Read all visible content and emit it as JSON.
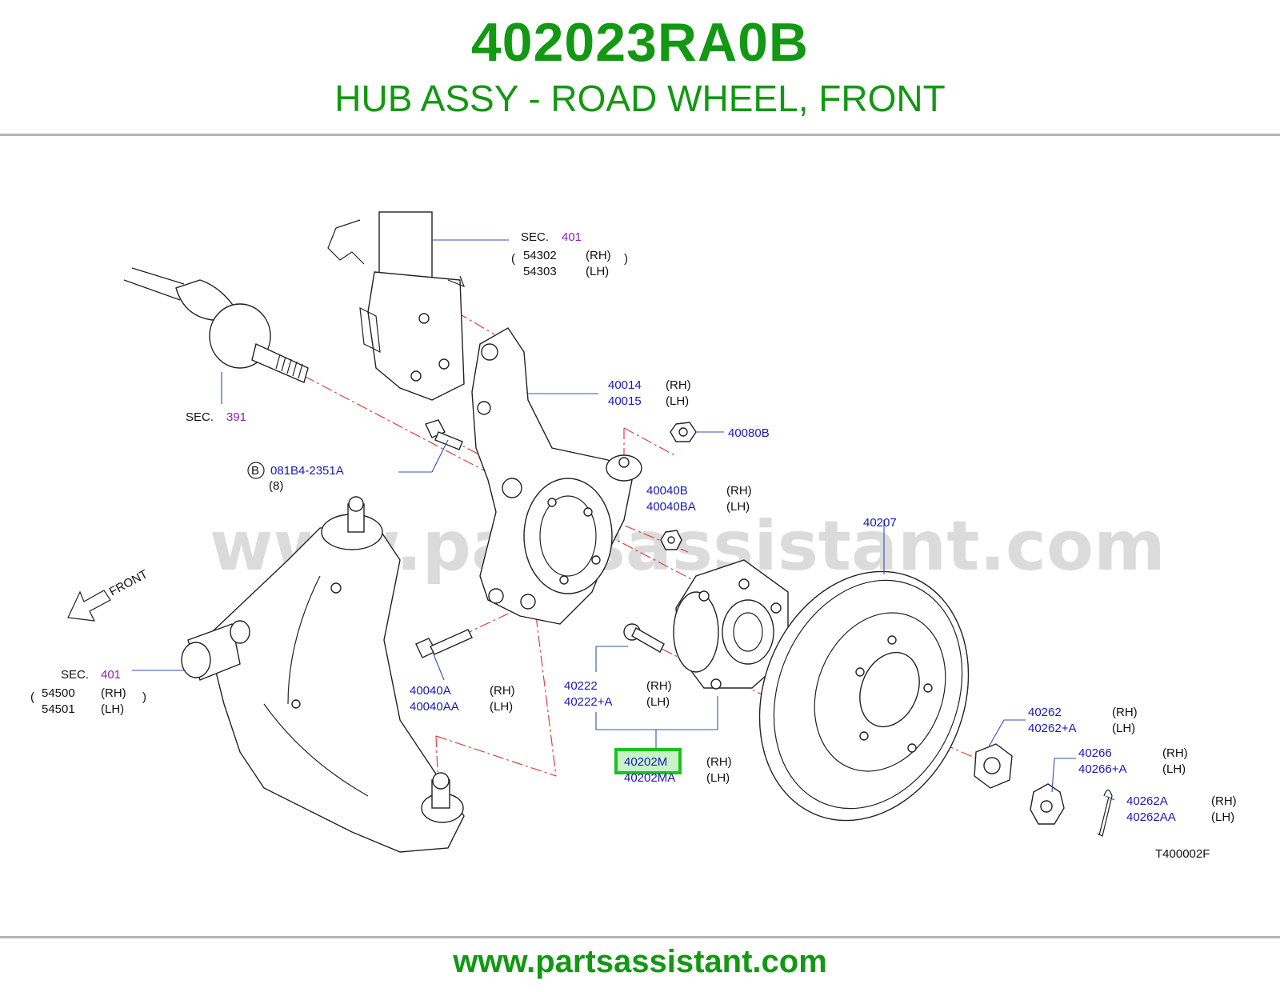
{
  "header": {
    "part_number": "402023RA0B",
    "part_title": "HUB ASSY - ROAD WHEEL, FRONT"
  },
  "footer": {
    "url": "www.partsassistant.com"
  },
  "watermark": "www.partsassistant.com",
  "diagram": {
    "code": "T400002F",
    "front_label": "FRONT",
    "callout_b": {
      "letter": "B",
      "part": "081B4-2351A",
      "qty": "(8)"
    },
    "sec_labels": [
      {
        "prefix": "SEC.",
        "number": "401",
        "parts": [
          {
            "no": "54302",
            "side": "(RH)"
          },
          {
            "no": "54303",
            "side": "(LH)"
          }
        ]
      },
      {
        "prefix": "SEC.",
        "number": "391"
      },
      {
        "prefix": "SEC.",
        "number": "401",
        "parts": [
          {
            "no": "54500",
            "side": "(RH)"
          },
          {
            "no": "54501",
            "side": "(LH)"
          }
        ]
      }
    ],
    "part_labels": [
      {
        "rh": "40014",
        "lh": "40015",
        "rh_side": "(RH)",
        "lh_side": "(LH)"
      },
      {
        "single": "40080B"
      },
      {
        "rh": "40040B",
        "lh": "40040BA",
        "rh_side": "(RH)",
        "lh_side": "(LH)"
      },
      {
        "single": "40207"
      },
      {
        "rh": "40040A",
        "lh": "40040AA",
        "rh_side": "(RH)",
        "lh_side": "(LH)"
      },
      {
        "rh": "40222",
        "lh": "40222+A",
        "rh_side": "(RH)",
        "lh_side": "(LH)"
      },
      {
        "rh": "40202M",
        "lh": "40202MA",
        "rh_side": "(RH)",
        "lh_side": "(LH)",
        "highlighted": "40202M"
      },
      {
        "rh": "40262",
        "lh": "40262+A",
        "rh_side": "(RH)",
        "lh_side": "(LH)"
      },
      {
        "rh": "40266",
        "lh": "40266+A",
        "rh_side": "(RH)",
        "lh_side": "(LH)"
      },
      {
        "rh": "40262A",
        "lh": "40262AA",
        "rh_side": "(RH)",
        "lh_side": "(LH)"
      }
    ],
    "colors": {
      "title_green": "#129812",
      "label_blue": "#1a1ab0",
      "sec_purple": "#8a22b8",
      "highlight_green": "#19c419",
      "centerline_red": "#e04040"
    }
  }
}
